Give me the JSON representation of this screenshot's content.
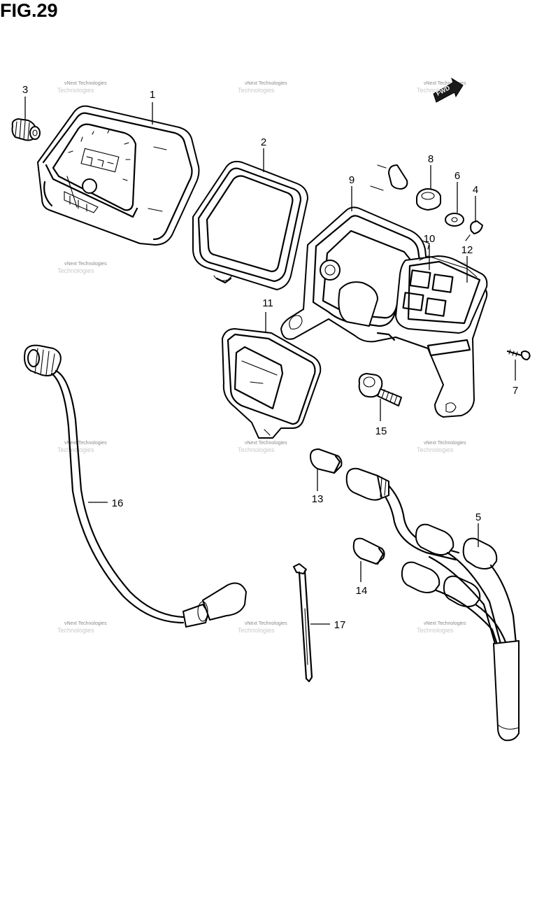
{
  "figure": {
    "title": "FIG.29"
  },
  "watermark": {
    "line1": "vNext Technologies",
    "line2": "Technologies"
  },
  "fwd_badge": {
    "text": "FWD"
  },
  "callouts": [
    "1",
    "2",
    "3",
    "4",
    "5",
    "6",
    "7",
    "8",
    "9",
    "10",
    "11",
    "12",
    "13",
    "14",
    "15",
    "16",
    "17"
  ]
}
